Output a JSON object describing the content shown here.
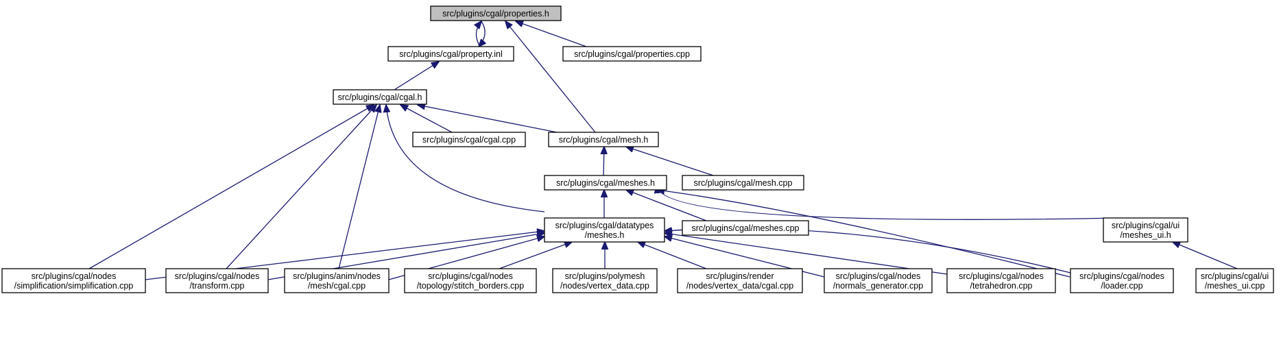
{
  "colors": {
    "edge": "#191970",
    "node_fill": "#ffffff",
    "focus_fill": "#bfbfbf",
    "node_border": "#000000"
  },
  "nodes": {
    "properties_h": {
      "lines": [
        "src/plugins/cgal/properties.h"
      ],
      "focus": true
    },
    "property_inl": {
      "lines": [
        "src/plugins/cgal/property.inl"
      ]
    },
    "properties_cpp": {
      "lines": [
        "src/plugins/cgal/properties.cpp"
      ]
    },
    "cgal_h": {
      "lines": [
        "src/plugins/cgal/cgal.h"
      ]
    },
    "cgal_cpp": {
      "lines": [
        "src/plugins/cgal/cgal.cpp"
      ]
    },
    "mesh_h": {
      "lines": [
        "src/plugins/cgal/mesh.h"
      ]
    },
    "mesh_cpp": {
      "lines": [
        "src/plugins/cgal/mesh.cpp"
      ]
    },
    "meshes_h": {
      "lines": [
        "src/plugins/cgal/meshes.h"
      ]
    },
    "datatypes_meshes_h": {
      "lines": [
        "src/plugins/cgal/datatypes",
        "/meshes.h"
      ]
    },
    "meshes_cpp": {
      "lines": [
        "src/plugins/cgal/meshes.cpp"
      ]
    },
    "meshes_ui_h": {
      "lines": [
        "src/plugins/cgal/ui",
        "/meshes_ui.h"
      ]
    },
    "simplification_cpp": {
      "lines": [
        "src/plugins/cgal/nodes",
        "/simplification/simplification.cpp"
      ]
    },
    "transform_cpp": {
      "lines": [
        "src/plugins/cgal/nodes",
        "/transform.cpp"
      ]
    },
    "anim_mesh_cgal_cpp": {
      "lines": [
        "src/plugins/anim/nodes",
        "/mesh/cgal.cpp"
      ]
    },
    "stitch_borders_cpp": {
      "lines": [
        "src/plugins/cgal/nodes",
        "/topology/stitch_borders.cpp"
      ]
    },
    "polymesh_vertex_data_cpp": {
      "lines": [
        "src/plugins/polymesh",
        "/nodes/vertex_data.cpp"
      ]
    },
    "render_vertex_data_cgal_cpp": {
      "lines": [
        "src/plugins/render",
        "/nodes/vertex_data/cgal.cpp"
      ]
    },
    "normals_generator_cpp": {
      "lines": [
        "src/plugins/cgal/nodes",
        "/normals_generator.cpp"
      ]
    },
    "tetrahedron_cpp": {
      "lines": [
        "src/plugins/cgal/nodes",
        "/tetrahedron.cpp"
      ]
    },
    "loader_cpp": {
      "lines": [
        "src/plugins/cgal/nodes",
        "/loader.cpp"
      ]
    },
    "meshes_ui_cpp": {
      "lines": [
        "src/plugins/cgal/ui",
        "/meshes_ui.cpp"
      ]
    }
  },
  "edges": [
    {
      "from": "property_inl",
      "to": "properties_h"
    },
    {
      "from": "properties_h",
      "to": "property_inl"
    },
    {
      "from": "properties_cpp",
      "to": "properties_h"
    },
    {
      "from": "mesh_h",
      "to": "properties_h"
    },
    {
      "from": "cgal_h",
      "to": "property_inl"
    },
    {
      "from": "cgal_cpp",
      "to": "cgal_h"
    },
    {
      "from": "mesh_h",
      "to": "cgal_h"
    },
    {
      "from": "meshes_h",
      "to": "cgal_h"
    },
    {
      "from": "simplification_cpp",
      "to": "cgal_h"
    },
    {
      "from": "transform_cpp",
      "to": "cgal_h"
    },
    {
      "from": "anim_mesh_cgal_cpp",
      "to": "cgal_h"
    },
    {
      "from": "meshes_h",
      "to": "mesh_h"
    },
    {
      "from": "mesh_cpp",
      "to": "mesh_h"
    },
    {
      "from": "datatypes_meshes_h",
      "to": "meshes_h"
    },
    {
      "from": "meshes_cpp",
      "to": "meshes_h"
    },
    {
      "from": "meshes_ui_h",
      "to": "meshes_h"
    },
    {
      "from": "loader_cpp",
      "to": "meshes_h"
    },
    {
      "from": "simplification_cpp",
      "to": "datatypes_meshes_h"
    },
    {
      "from": "transform_cpp",
      "to": "datatypes_meshes_h"
    },
    {
      "from": "anim_mesh_cgal_cpp",
      "to": "datatypes_meshes_h"
    },
    {
      "from": "stitch_borders_cpp",
      "to": "datatypes_meshes_h"
    },
    {
      "from": "polymesh_vertex_data_cpp",
      "to": "datatypes_meshes_h"
    },
    {
      "from": "render_vertex_data_cgal_cpp",
      "to": "datatypes_meshes_h"
    },
    {
      "from": "normals_generator_cpp",
      "to": "datatypes_meshes_h"
    },
    {
      "from": "tetrahedron_cpp",
      "to": "datatypes_meshes_h"
    },
    {
      "from": "loader_cpp",
      "to": "datatypes_meshes_h"
    },
    {
      "from": "meshes_ui_cpp",
      "to": "meshes_ui_h"
    }
  ]
}
